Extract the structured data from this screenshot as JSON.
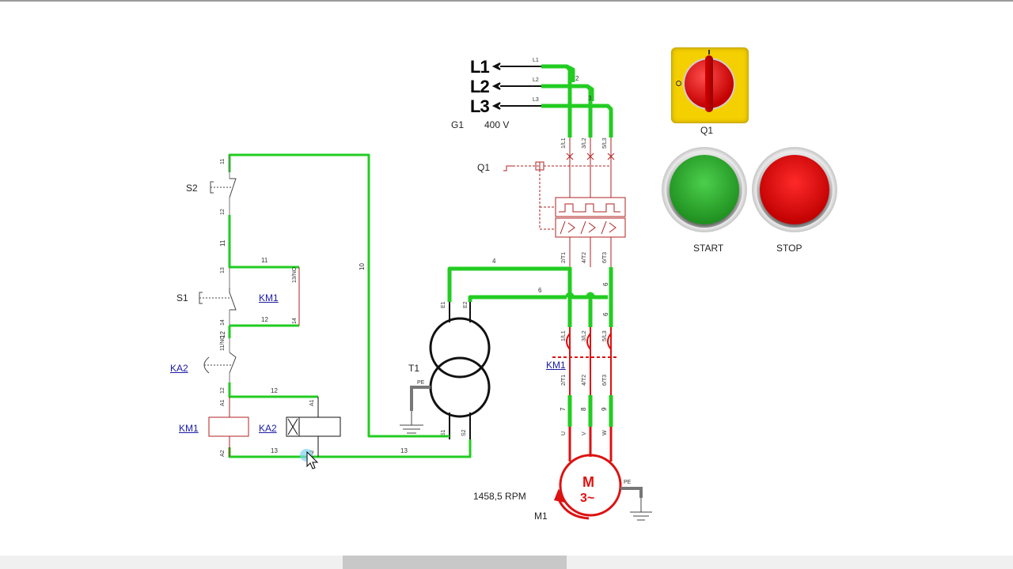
{
  "supply": {
    "l1": "L1",
    "l2": "L2",
    "l3": "L3",
    "g1": "G1",
    "voltage": "400 V"
  },
  "labels": {
    "q1_breaker": "Q1",
    "s2": "S2",
    "s1": "S1",
    "km1_contact": "KM1",
    "ka2_contact": "KA2",
    "km1_coil": "KM1",
    "ka2_coil": "KA2",
    "t1": "T1",
    "km1_power": "KM1",
    "m1": "M1",
    "rpm": "1458,5 RPM"
  },
  "wire_numbers": {
    "w11a": "11",
    "w11b": "11",
    "w12a": "12",
    "w12b": "12",
    "w13a": "13",
    "w13b": "13",
    "w10": "10",
    "w4": "4",
    "w6a": "6",
    "w6b": "6",
    "w6c": "6",
    "w7": "7",
    "w8": "8",
    "w9": "9",
    "w2": "2",
    "w3": "3"
  },
  "panel": {
    "switch_label": "Q1",
    "start_label": "START",
    "stop_label": "STOP"
  },
  "colors": {
    "live": "#22cc22",
    "relay": "#b22222",
    "dead": "#777777",
    "start": "#2aa52a",
    "stop": "#e00000",
    "switch_body": "#f5d000"
  }
}
